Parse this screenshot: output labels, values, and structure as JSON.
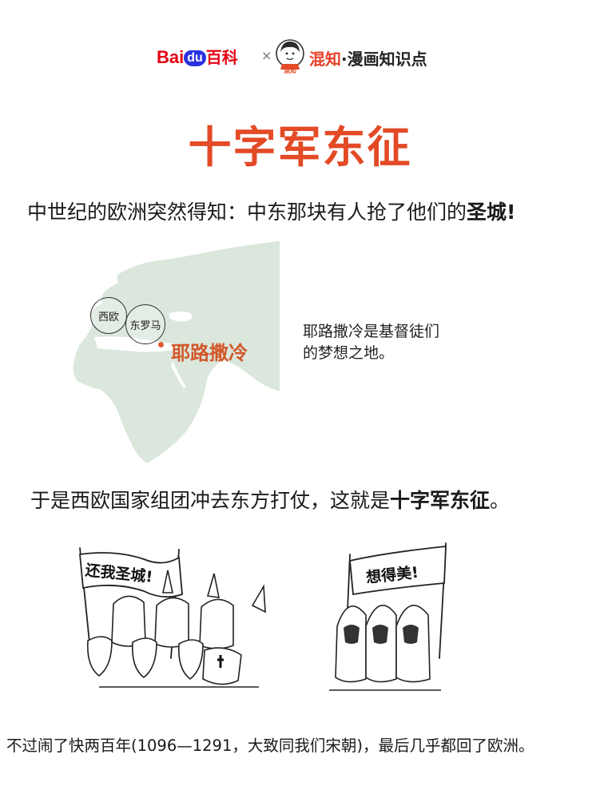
{
  "header": {
    "baidu_bai": "Bai",
    "baidu_du": "du",
    "baidu_baike": "百科",
    "separator": "×",
    "mascot_text": "混知",
    "brand_name": "混知",
    "brand_dot": "·",
    "brand_suffix": "漫画知识点"
  },
  "title": "十字军东征",
  "sentence1": {
    "text": "中世纪的欧洲突然得知：中东那块有人抢了他们的",
    "bold": "圣城!"
  },
  "map": {
    "label_west_europe": "西欧",
    "label_east_rome": "东罗马",
    "label_jerusalem": "耶路撒冷",
    "land_color": "#dbe7dc",
    "highlight_color": "#d2572a"
  },
  "map_note": {
    "line1": "耶路撒冷是基督徒们",
    "line2": "的梦想之地。"
  },
  "sentence2": {
    "text": "于是西欧国家组团冲去东方打仗，这就是",
    "bold": "十字军东征",
    "end": "。"
  },
  "comic": {
    "left_banner": "还我圣城!",
    "right_banner": "想得美!"
  },
  "bottom_text": "不过闹了快两百年(1096—1291，大致同我们宋朝)，最后几乎都回了欧洲。"
}
